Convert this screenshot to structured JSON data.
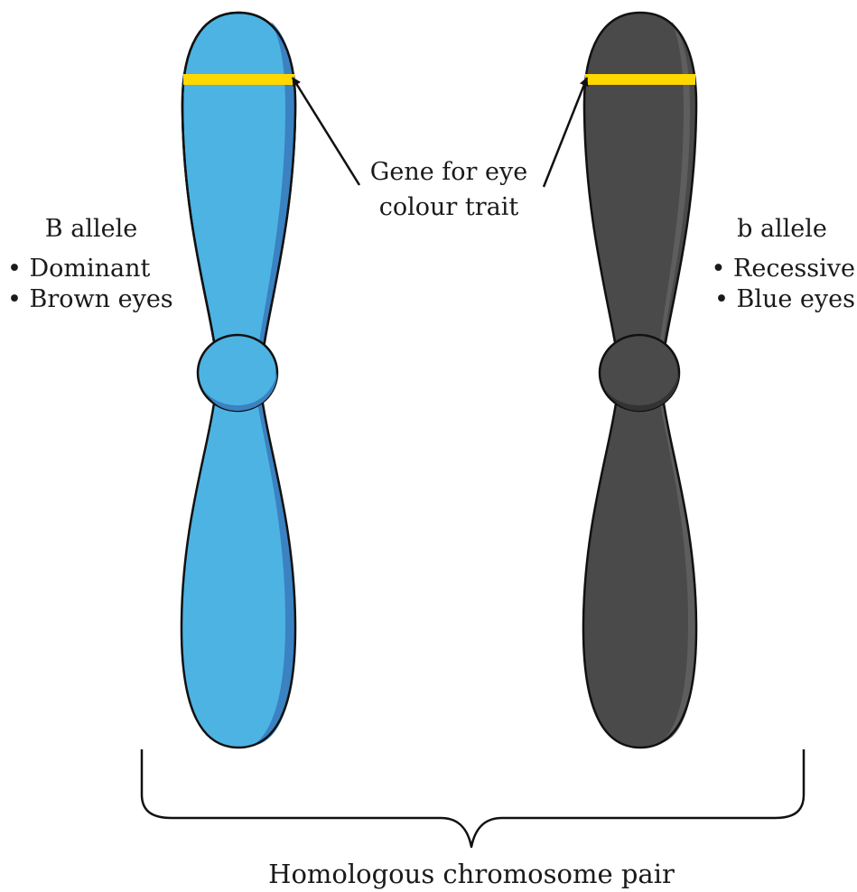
{
  "gene_label": {
    "line1": "Gene for eye",
    "line2": "colour trait"
  },
  "left_chromosome": {
    "title": "B allele",
    "bullet1": "• Dominant",
    "bullet2": "• Brown eyes",
    "fill_color": "#4db3e3",
    "shade_color": "#3a82c2"
  },
  "right_chromosome": {
    "title": "b allele",
    "bullet1": "• Recessive",
    "bullet2": "• Blue eyes",
    "fill_color": "#4a4a4a",
    "shade_color": "#333333"
  },
  "gene_band_color": "#ffd800",
  "caption": "Homologous chromosome pair"
}
